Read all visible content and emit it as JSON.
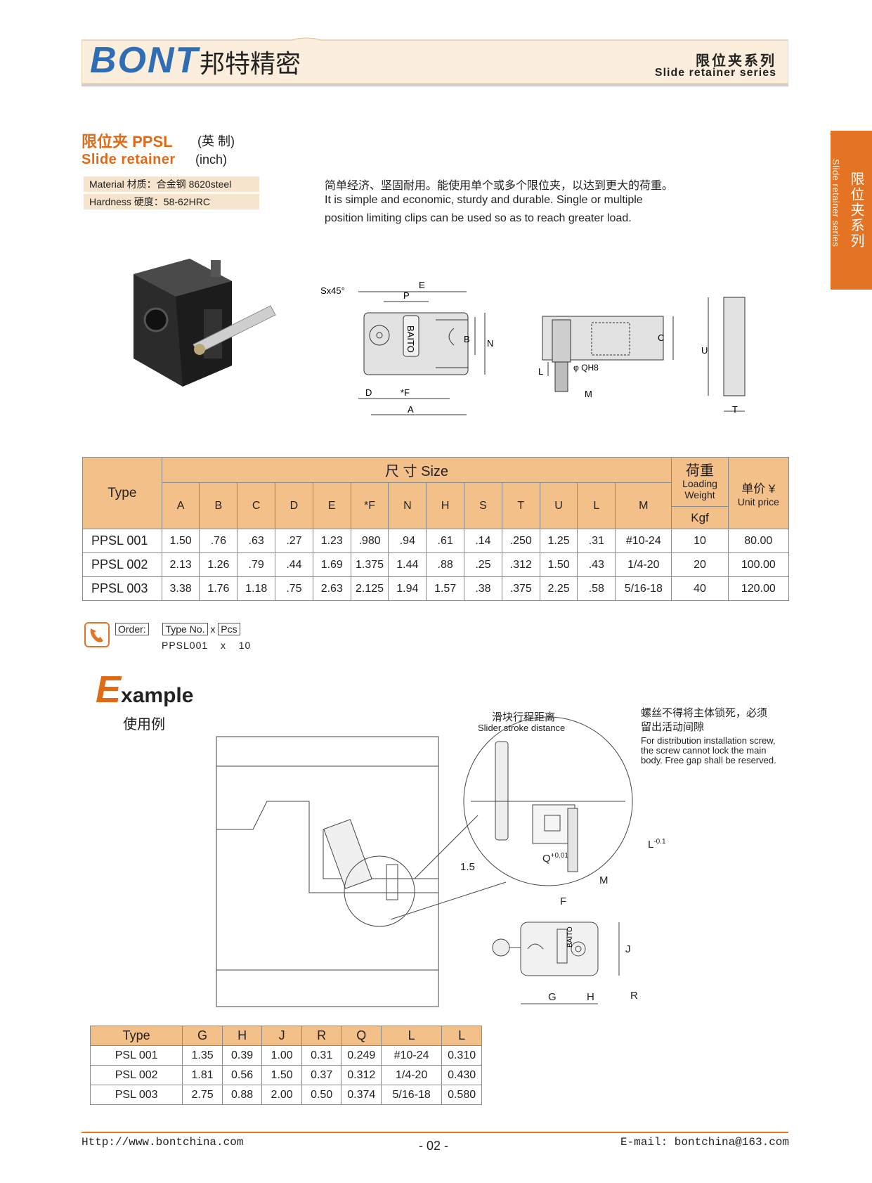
{
  "header": {
    "logo": "BONT",
    "logo_cn": "邦特精密",
    "series_cn": "限位夹系列",
    "series_en": "Slide retainer series"
  },
  "side_tab": {
    "cn": "限位夹系列",
    "en": "Slide retainer series"
  },
  "title": {
    "cn": "限位夹 PPSL",
    "cn_sub": "(英 制)",
    "en": "Slide retainer",
    "en_sub": "(inch)"
  },
  "material": "Material 材质：合金钢 8620steel",
  "hardness": "Hardness 硬度：58-62HRC",
  "description": {
    "cn": "简单经济、坚固耐用。能使用单个或多个限位夹，以达到更大的荷重。",
    "en1": "It is simple and economic, sturdy and durable. Single or multiple",
    "en2": "position limiting clips can be used so as to reach greater load."
  },
  "drawing_labels": {
    "sx45": "Sx45°",
    "E": "E",
    "P": "P",
    "B": "B",
    "N": "N",
    "D": "D",
    "F": "*F",
    "A": "A",
    "baito": "BAITO",
    "C": "C",
    "L": "L",
    "QH8": "φ QH8",
    "M": "M",
    "U": "U",
    "T": "T"
  },
  "spec_table": {
    "type_label": "Type",
    "size_label": "尺 寸 Size",
    "columns": [
      "A",
      "B",
      "C",
      "D",
      "E",
      "*F",
      "N",
      "H",
      "S",
      "T",
      "U",
      "L",
      "M"
    ],
    "load_cn": "荷重",
    "load_en1": "Loading",
    "load_en2": "Weight",
    "load_unit": "Kgf",
    "price_cn": "单价 ¥",
    "price_en": "Unit price",
    "rows": [
      {
        "type": "PPSL 001",
        "vals": [
          "1.50",
          ".76",
          ".63",
          ".27",
          "1.23",
          ".980",
          ".94",
          ".61",
          ".14",
          ".250",
          "1.25",
          ".31",
          "#10-24"
        ],
        "load": "10",
        "price": "80.00"
      },
      {
        "type": "PPSL 002",
        "vals": [
          "2.13",
          "1.26",
          ".79",
          ".44",
          "1.69",
          "1.375",
          "1.44",
          ".88",
          ".25",
          ".312",
          "1.50",
          ".43",
          "1/4-20"
        ],
        "load": "20",
        "price": "100.00"
      },
      {
        "type": "PPSL 003",
        "vals": [
          "3.38",
          "1.76",
          "1.18",
          ".75",
          "2.63",
          "2.125",
          "1.94",
          "1.57",
          ".38",
          ".375",
          "2.25",
          ".58",
          "5/16-18"
        ],
        "load": "40",
        "price": "120.00"
      }
    ]
  },
  "order": {
    "label": "Order:",
    "type_no": "Type No.",
    "x": "x",
    "pcs": "Pcs",
    "example_type": "PPSL001",
    "example_x": "x",
    "example_qty": "10"
  },
  "example": {
    "title_initial": "E",
    "title_rest": "xample",
    "title_cn": "使用例",
    "stroke_cn": "滑块行程距离",
    "stroke_en": "Slider stroke distance",
    "note_cn1": "螺丝不得将主体锁死，必须",
    "note_cn2": "留出活动间隙",
    "note_en1": "For distribution installation screw,",
    "note_en2": "the screw cannot lock the main",
    "note_en3": "body. Free gap shall be reserved.",
    "labels": {
      "dim15": "1.5",
      "Q": "Q",
      "Qtol": "+0.01",
      "L": "L",
      "Ltol": "-0.1",
      "M": "M",
      "F": "F",
      "J": "J",
      "G": "G",
      "H": "H",
      "R": "R",
      "baito": "BAITO"
    }
  },
  "example_table": {
    "columns": [
      "Type",
      "G",
      "H",
      "J",
      "R",
      "Q",
      "L",
      "L"
    ],
    "rows": [
      [
        "PSL 001",
        "1.35",
        "0.39",
        "1.00",
        "0.31",
        "0.249",
        "#10-24",
        "0.310"
      ],
      [
        "PSL 002",
        "1.81",
        "0.56",
        "1.50",
        "0.37",
        "0.312",
        "1/4-20",
        "0.430"
      ],
      [
        "PSL 003",
        "2.75",
        "0.88",
        "2.00",
        "0.50",
        "0.374",
        "5/16-18",
        "0.580"
      ]
    ]
  },
  "footer": {
    "url": "Http://www.bontchina.com",
    "page": "- 02 -",
    "email": "E-mail: bontchina@163.com"
  },
  "colors": {
    "accent": "#e47324",
    "header_band": "#fbeedd",
    "table_header": "#f4c08a",
    "logo_blue": "#2f6db5"
  }
}
